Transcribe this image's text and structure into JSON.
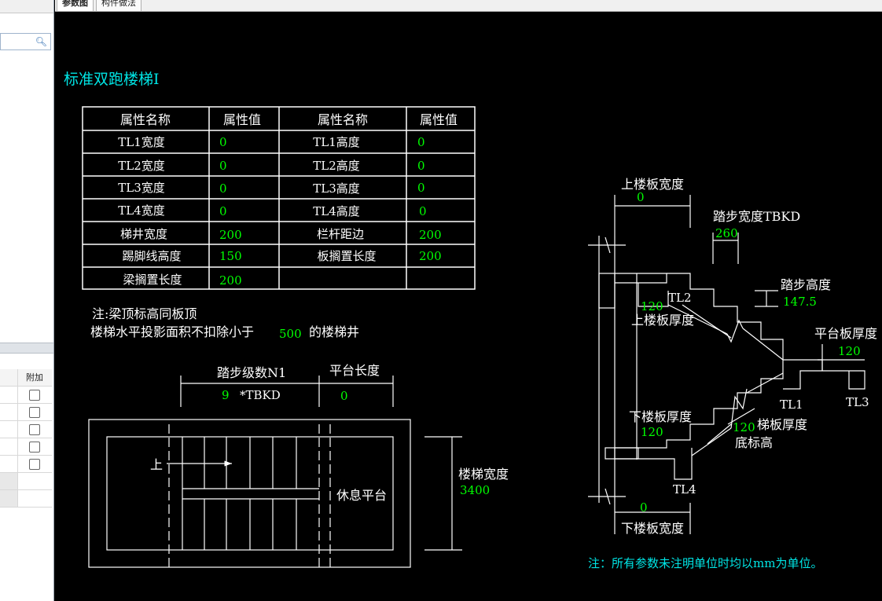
{
  "tabs": [
    {
      "label": "参数图"
    },
    {
      "label": "构件做法"
    }
  ],
  "left_panel": {
    "grid_header": {
      "col_additional": "附加"
    }
  },
  "drawing": {
    "title": "标准双跑楼梯Ⅰ",
    "table": {
      "headers": [
        "属性名称",
        "属性值",
        "属性名称",
        "属性值"
      ],
      "rows": [
        [
          "TL1宽度",
          "0",
          "TL1高度",
          "0"
        ],
        [
          "TL2宽度",
          "0",
          "TL2高度",
          "0"
        ],
        [
          "TL3宽度",
          "0",
          "TL3高度",
          "0"
        ],
        [
          "TL4宽度",
          "0",
          "TL4高度",
          "0"
        ],
        [
          "梯井宽度",
          "200",
          "栏杆距边",
          "200"
        ],
        [
          "踢脚线高度",
          "150",
          "板搁置长度",
          "200"
        ],
        [
          "梁搁置长度",
          "200",
          "",
          ""
        ]
      ]
    },
    "note1": "注:梁顶标高同板顶",
    "note2_prefix": "楼梯水平投影面积不扣除小于",
    "note2_value": "500",
    "note2_suffix": "的楼梯井",
    "plan": {
      "steps_label": "踏步级数N1",
      "steps_value": "9",
      "steps_unit": "*TBKD",
      "platform_length_label": "平台长度",
      "platform_length_value": "0",
      "up_label": "上",
      "rest_platform_label": "休息平台",
      "stair_width_label": "楼梯宽度",
      "stair_width_value": "3400"
    },
    "section": {
      "upper_slab_width_label": "上楼板宽度",
      "upper_slab_width_value": "0",
      "tread_width_label": "踏步宽度TBKD",
      "tread_width_value": "260",
      "riser_height_label": "踏步高度",
      "riser_height_value": "147.5",
      "platform_thickness_label": "平台板厚度",
      "platform_thickness_value": "120",
      "upper_slab_thickness_label": "上楼板厚度",
      "upper_slab_thickness_value": "120",
      "lower_slab_thickness_label": "下楼板厚度",
      "lower_slab_thickness_value": "120",
      "stair_slab_thickness_label": "梯板厚度",
      "stair_slab_thickness_value": "120",
      "bottom_elevation_label": "底标高",
      "lower_slab_width_label": "下楼板宽度",
      "lower_slab_width_value": "0",
      "tl1": "TL1",
      "tl2": "TL2",
      "tl3": "TL3",
      "tl4": "TL4"
    },
    "bottom_note": "注：所有参数未注明单位时均以mm为单位。"
  },
  "colors": {
    "background": "#000000",
    "lines": "#ffffff",
    "values": "#00ff00",
    "title": "#00e5e5"
  }
}
